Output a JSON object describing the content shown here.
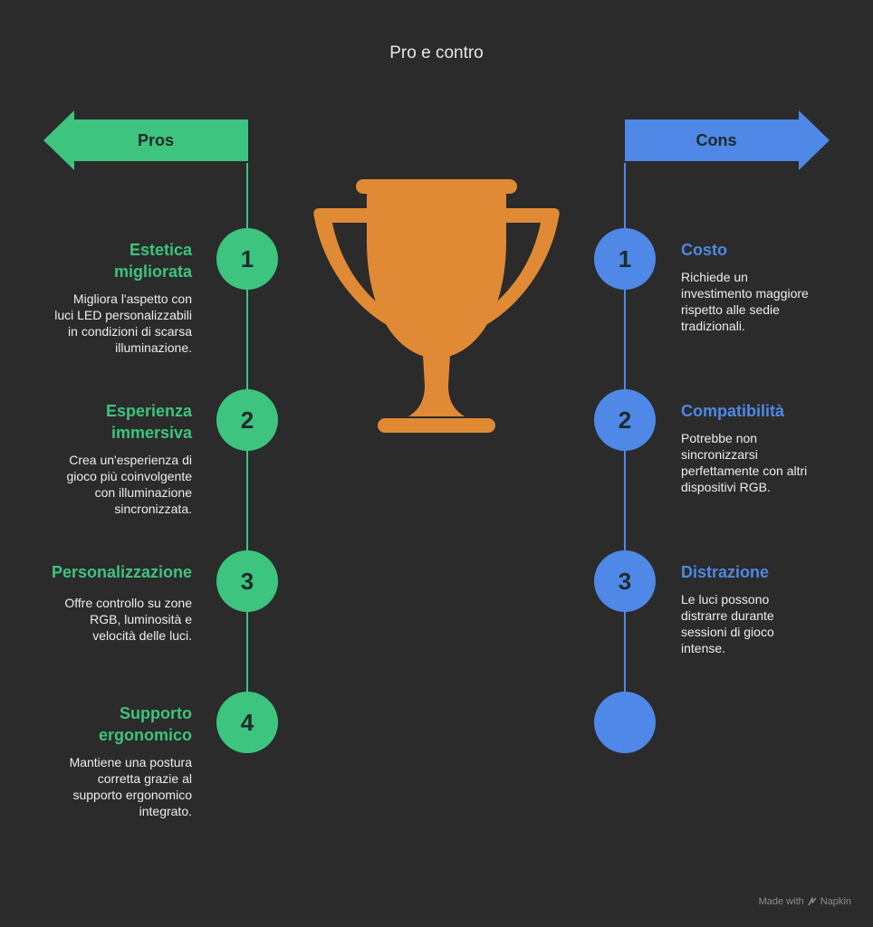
{
  "title": "Pro e contro",
  "colors": {
    "background": "#2b2b2b",
    "pros": "#3dc47e",
    "cons": "#4f88e6",
    "trophy": "#e08a35"
  },
  "pros": {
    "label": "Pros",
    "items": [
      {
        "number": "1",
        "heading": "Estetica\nmigliorata",
        "description": "Migliora l'aspetto con\nluci LED personalizzabili\nin condizioni di scarsa\nilluminazione."
      },
      {
        "number": "2",
        "heading": "Esperienza\nimmersiva",
        "description": "Crea un'esperienza di\ngioco più coinvolgente\ncon illuminazione\nsincronizzata."
      },
      {
        "number": "3",
        "heading": "Personalizzazione",
        "description": "Offre controllo su zone\nRGB, luminosità e\nvelocità delle luci."
      },
      {
        "number": "4",
        "heading": "Supporto\nergonomico",
        "description": "Mantiene una postura\ncorretta grazie al\nsupporto ergonomico\nintegrato."
      }
    ]
  },
  "cons": {
    "label": "Cons",
    "items": [
      {
        "number": "1",
        "heading": "Costo",
        "description": "Richiede un\ninvestimento maggiore\nrispetto alle sedie\ntradizionali."
      },
      {
        "number": "2",
        "heading": "Compatibilità",
        "description": "Potrebbe non\nsincronizzarsi\nperfettamente con altri\ndispositivi RGB."
      },
      {
        "number": "3",
        "heading": "Distrazione",
        "description": "Le luci possono\ndistrarre durante\nsessioni di gioco\nintense."
      },
      {
        "number": "",
        "heading": "",
        "description": ""
      }
    ]
  },
  "center_icon": "trophy-icon",
  "watermark": {
    "text_prefix": "Made with",
    "brand": "Napkin",
    "icon": "napkin-logo-icon"
  }
}
